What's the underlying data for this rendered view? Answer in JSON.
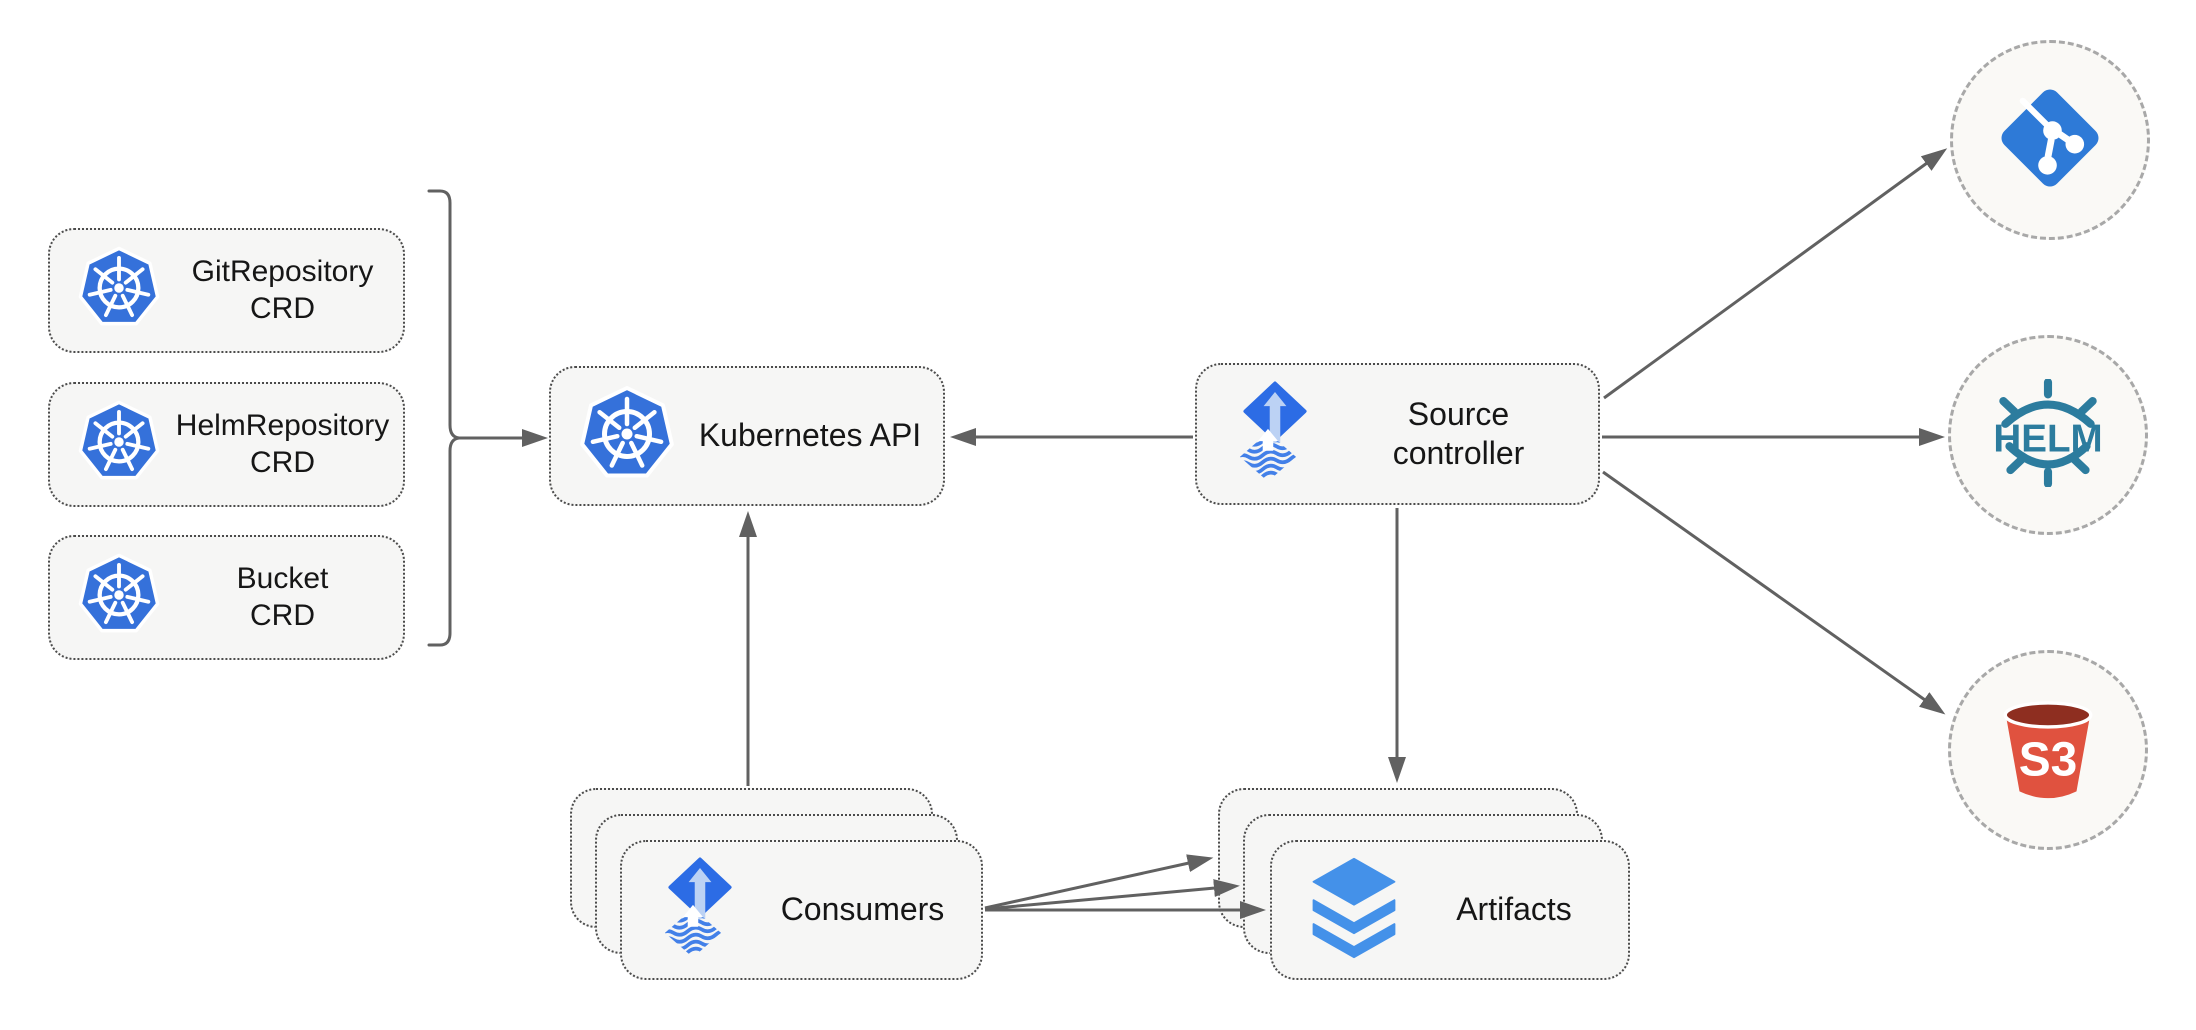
{
  "diagram": {
    "crd_group": {
      "items": [
        {
          "id": "gitrepository-crd",
          "label": "GitRepository\nCRD"
        },
        {
          "id": "helmrepository-crd",
          "label": "HelmRepository\nCRD"
        },
        {
          "id": "bucket-crd",
          "label": "Bucket\nCRD"
        }
      ]
    },
    "nodes": {
      "kubernetes_api": {
        "label": "Kubernetes API"
      },
      "source_controller": {
        "label": "Source\ncontroller"
      },
      "consumers": {
        "label": "Consumers"
      },
      "artifacts": {
        "label": "Artifacts"
      }
    },
    "endpoints": {
      "helm_label": "HELM",
      "s3_label": "S3"
    },
    "colors": {
      "kubernetes_blue": "#3571da",
      "flux_blue": "#2c6ce5",
      "flux_arrow_light": "#bcd2f4",
      "wave_blue": "#4380e8",
      "layers_blue": "#4491e9",
      "git_blue": "#2e7ad7",
      "helm_teal": "#2c7c9e",
      "s3_red": "#e0523f",
      "s3_dark_red": "#8e2e20",
      "line_gray": "#616161",
      "box_fill": "#f6f6f5",
      "box_border": "#4b4b4b",
      "circle_fill": "#faf9f6",
      "circle_border": "#a8a8a8",
      "text": "#161616"
    }
  }
}
